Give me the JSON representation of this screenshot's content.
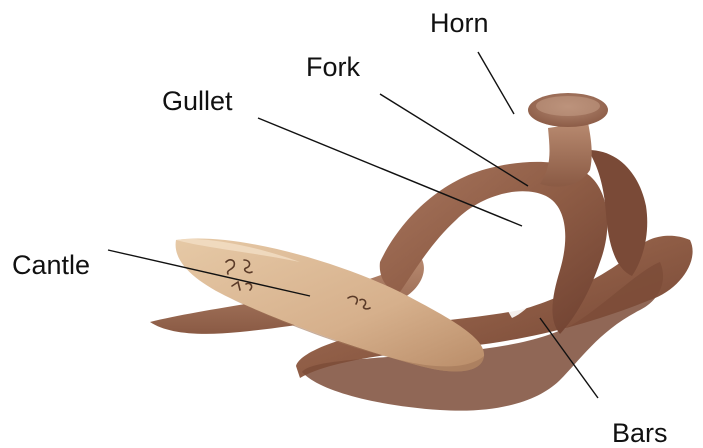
{
  "labels": {
    "horn": "Horn",
    "fork": "Fork",
    "gullet": "Gullet",
    "cantle": "Cantle",
    "bars": "Bars"
  },
  "cantle_inscription": "ⅇ↓ 1 ≈"
}
